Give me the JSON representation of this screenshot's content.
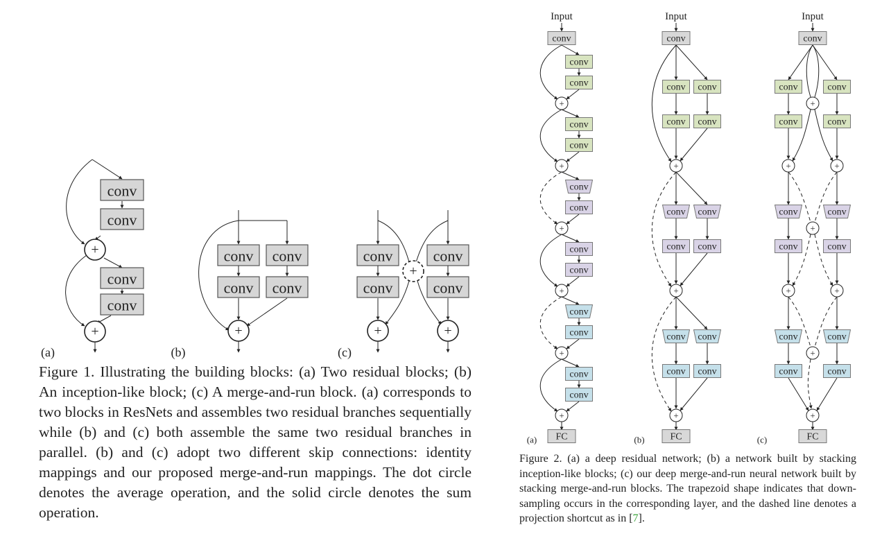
{
  "figure1": {
    "node_label": "conv",
    "sub_a": "(a)",
    "sub_b": "(b)",
    "sub_c": "(c)",
    "plus": "+",
    "caption": "Figure 1. Illustrating the building blocks: (a) Two residual blocks; (b) An inception-like block; (c) A merge-and-run block. (a) corresponds to two blocks in ResNets and assembles two residual branches sequentially while (b) and (c) both assemble the same two residual branches in parallel. (b) and (c) adopt two different skip connections: identity mappings and our proposed merge-and-run mappings. The dot circle denotes the average operation, and the solid circle denotes the sum operation."
  },
  "figure2": {
    "input_label": "Input",
    "node_label": "conv",
    "fc_label": "FC",
    "sub_a": "(a)",
    "sub_b": "(b)",
    "sub_c": "(c)",
    "plus": "+",
    "caption_pre": "Figure 2. (a) a deep residual network; (b) a network built by stacking inception-like blocks; (c) our deep merge-and-run neural network built by stacking merge-and-run blocks. The trapezoid shape indicates that down-sampling occurs in the corresponding layer, and the dashed line denotes a projection shortcut as in [",
    "caption_ref": "7",
    "caption_post": "]."
  },
  "colors": {
    "stage1": "#d8e4c0",
    "stage2": "#d9d3e6",
    "stage3": "#c5e0ea",
    "gray": "#d8d8d8",
    "citation": "#3aa33a"
  }
}
